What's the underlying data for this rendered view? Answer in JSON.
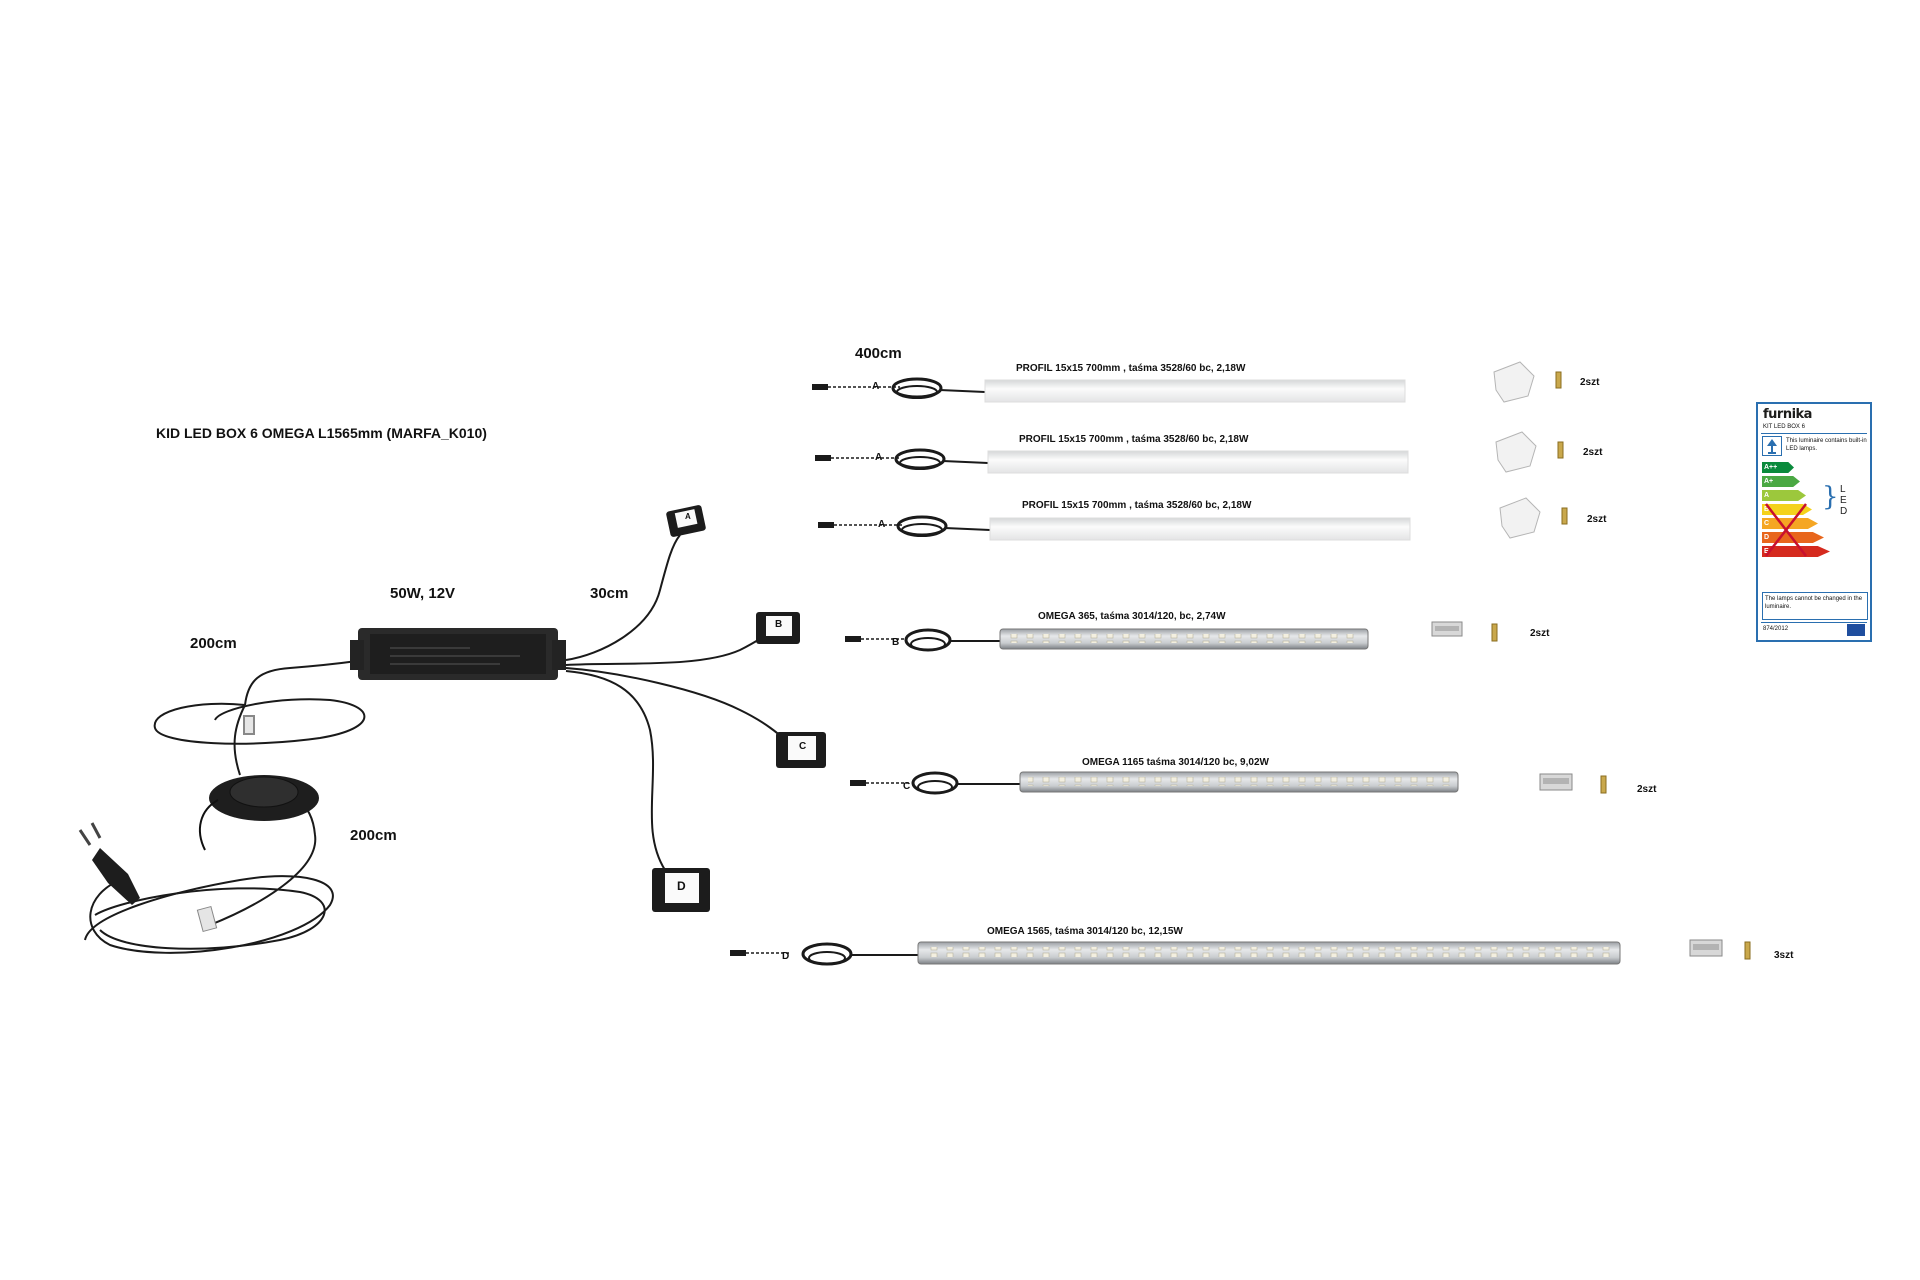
{
  "title": "KID LED BOX 6 OMEGA L1565mm (MARFA_K010)",
  "power_supply": {
    "label": "50W, 12V"
  },
  "cables": {
    "to_switch": "200cm",
    "to_plug": "200cm",
    "splitter": "30cm",
    "lead": "400cm"
  },
  "junctions": [
    "A",
    "B",
    "C",
    "D"
  ],
  "profiles": [
    {
      "letter": "A",
      "label": "PROFIL 15x15   700mm    , taśma 3528/60 bc, 2,18W",
      "qty": "2szt"
    },
    {
      "letter": "A",
      "label": "PROFIL 15x15   700mm    , taśma 3528/60 bc, 2,18W",
      "qty": "2szt"
    },
    {
      "letter": "A",
      "label": "PROFIL 15x15   700mm    , taśma 3528/60 bc, 2,18W",
      "qty": "2szt"
    },
    {
      "letter": "B",
      "label": "OMEGA 365, taśma 3014/120, bc, 2,74W",
      "qty": "2szt"
    },
    {
      "letter": "C",
      "label": "OMEGA 1165   taśma 3014/120 bc, 9,02W",
      "qty": "2szt"
    },
    {
      "letter": "D",
      "label": "OMEGA 1565, taśma 3014/120 bc, 12,15W",
      "qty": "3szt"
    }
  ],
  "energy_label": {
    "brand": "furnika",
    "kit": "KIT LED BOX 6",
    "contains": "This luminaire contains built-in LED lamps.",
    "classes": [
      "A++",
      "A+",
      "A",
      "B",
      "C",
      "D",
      "E"
    ],
    "class_colors": [
      "#0a8a3c",
      "#4aa843",
      "#9cc83c",
      "#f4d21b",
      "#f5a623",
      "#e8661c",
      "#d52a1e"
    ],
    "led_vertical": [
      "L",
      "E",
      "D"
    ],
    "notice": "The lamps cannot be changed in the luminaire.",
    "regulation": "874/2012"
  }
}
